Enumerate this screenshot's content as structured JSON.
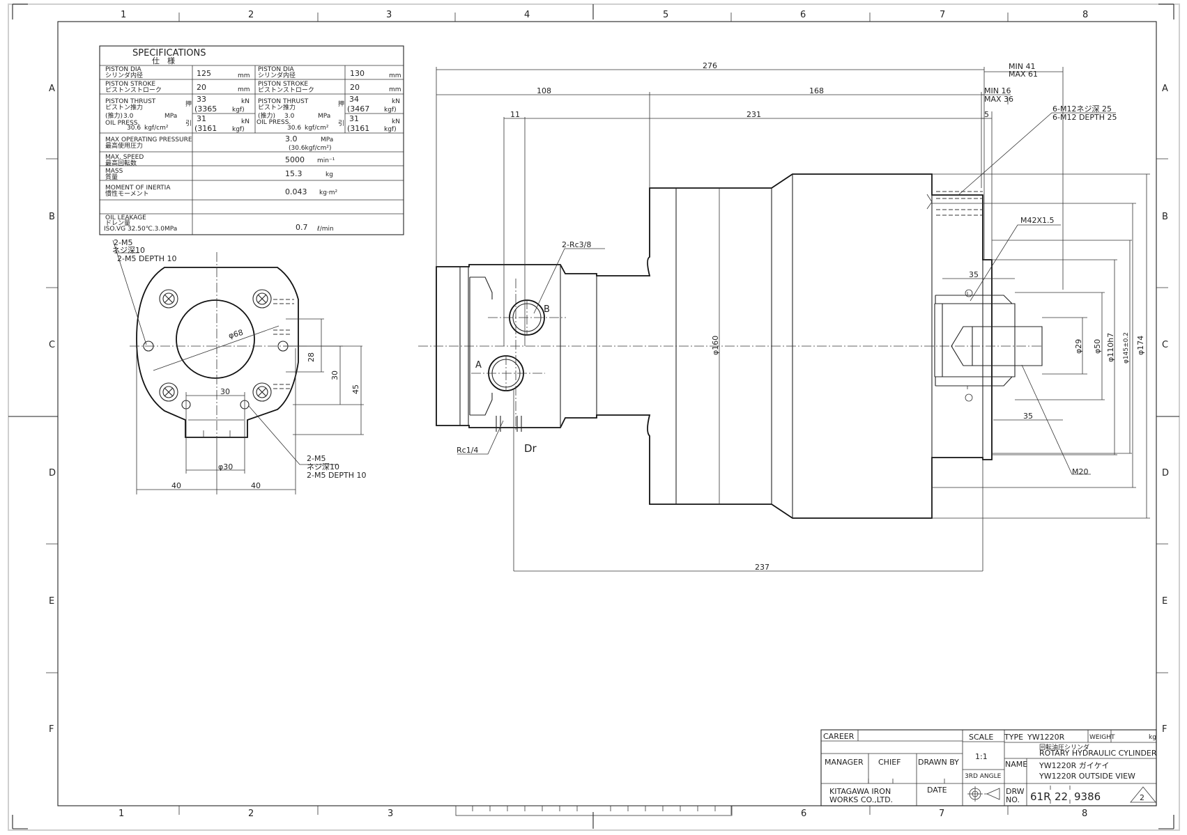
{
  "frame": {
    "columns": [
      "1",
      "2",
      "3",
      "4",
      "5",
      "6",
      "7",
      "8"
    ],
    "rows": [
      "A",
      "B",
      "C",
      "D",
      "E",
      "F"
    ]
  },
  "specs": {
    "title": "SPECIFICATIONS",
    "title_jp": "仕　様",
    "rows": [
      {
        "label_en": "PISTON DIA",
        "label_jp": "シリンダ内径",
        "v1": "125",
        "u1": "mm",
        "label2_en": "PISTON DIA",
        "label2_jp": "シリンダ内径",
        "v2": "130",
        "u2": "mm"
      },
      {
        "label_en": "PISTON STROKE",
        "label_jp": "ピストンストローク",
        "v1": "20",
        "u1": "mm",
        "label2_en": "PISTON STROKE",
        "label2_jp": "ピストンストローク",
        "v2": "20",
        "u2": "mm"
      }
    ],
    "thrust": {
      "label_en": "PISTON THRUST",
      "label_jp": "ピストン推力",
      "oil_label": "(推力)",
      "oil_press_label": "OIL PRESS.",
      "press": "3.0",
      "press_unit": "MPa",
      "press_kgf": "30.6",
      "press_kgf_unit": "kgf/cm²",
      "push_mark": "押",
      "pull_mark": "引",
      "left_push": "33",
      "left_push_kgf": "(3365",
      "left_pull": "31",
      "left_pull_kgf": "(3161",
      "right_push": "34",
      "right_push_kgf": "(3467",
      "right_pull": "31",
      "right_pull_kgf": "(3161",
      "kn": "kN",
      "kgf": "kgf)"
    },
    "max_pressure": {
      "label_en": "MAX OPERATING PRESSURE",
      "label_jp": "最高使用圧力",
      "value": "3.0",
      "unit": "MPa",
      "sub": "(30.6kgf/cm²)"
    },
    "max_speed": {
      "label_en": "MAX. SPEED",
      "label_jp": "最高回転数",
      "value": "5000",
      "unit": "min⁻¹"
    },
    "mass": {
      "label_en": "MASS",
      "label_jp": "質量",
      "value": "15.3",
      "unit": "kg"
    },
    "inertia": {
      "label_en": "MOMENT OF INERTIA",
      "label_jp": "慣性モーメント",
      "value": "0.043",
      "unit": "kg·m²"
    },
    "leakage": {
      "label_en": "OIL LEAKAGE",
      "label_jp": "ドレン量",
      "cond": "ISO.VG 32.50℃.3.0MPa",
      "value": "0.7",
      "unit": "ℓ/min"
    }
  },
  "front_view": {
    "hole_top_jp": "2-M5",
    "hole_top_jp2": "ネジ深10",
    "hole_top_en": "2-M5 DEPTH 10",
    "hole_bot_jp": "2-M5",
    "hole_bot_jp2": "ネジ深10",
    "hole_bot_en": "2-M5 DEPTH 10",
    "dia68": "φ68",
    "dim28": "28",
    "dim30v": "30",
    "dim45": "45",
    "dim30h": "30",
    "dia30": "φ30",
    "dim40a": "40",
    "dim40b": "40"
  },
  "side_view": {
    "d276": "276",
    "d108": "108",
    "d168": "168",
    "d11": "11",
    "d231": "231",
    "d5": "5",
    "min41": "MIN 41",
    "max61": "MAX 61",
    "min16": "MIN 16",
    "max36": "MAX 36",
    "tap_jp": "6-M12ネジ深 25",
    "tap_en": "6-M12 DEPTH 25",
    "m42": "M42X1.5",
    "rc38": "2-Rc3/8",
    "port_b": "B",
    "port_a": "A",
    "rc14": "Rc1/4",
    "dr": "Dr",
    "d35a": "35",
    "d35b": "35",
    "m20": "M20",
    "d237": "237",
    "dia160": "φ160",
    "dia29": "φ29",
    "dia50": "φ50",
    "dia110": "φ110h7",
    "dia145": "φ145±0.2",
    "dia174": "φ174"
  },
  "title_block": {
    "career": "CAREER",
    "scale_label": "SCALE",
    "scale": "1:1",
    "type_label": "TYPE",
    "type": "YW1220R",
    "weight_label": "WEIGHT",
    "weight_unit": "kg",
    "name_jp": "回転油圧シリンダ",
    "name_en": "ROTARY HYDRAULIC CYLINDER",
    "manager": "MANAGER",
    "chief": "CHIEF",
    "drawn_by": "DRAWN BY",
    "name_label": "NAME",
    "title_jp": "YW1220R ガイケイ",
    "title_en": "YW1220R OUTSIDE VIEW",
    "angle": "3RD ANGLE",
    "company1": "KITAGAWA IRON",
    "company2": "WORKS CO.,LTD.",
    "date": "DATE",
    "drw": "DRW",
    "no": "NO.",
    "dn1": "61R",
    "dn2": "22",
    "dn3": "9386",
    "rev": "2"
  }
}
